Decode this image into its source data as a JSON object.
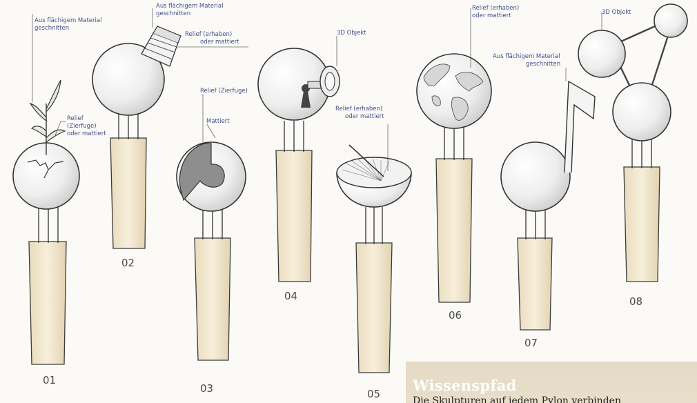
{
  "annotations": {
    "s01_material": [
      "Aus flächigem Material",
      "geschnitten"
    ],
    "s01_relief": [
      "Relief",
      "(Zierfuge)",
      "oder mattiert"
    ],
    "s02_material": [
      "Aus flächigem Material",
      "geschnitten"
    ],
    "s02_relief": [
      "Relief (erhaben)",
      "oder mattiert"
    ],
    "s03_relief": "Relief (Zierfuge)",
    "s03_matt": "Mattiert",
    "s04_3d": "3D Objekt",
    "s05_relief": [
      "Relief (erhaben)",
      "oder mattiert"
    ],
    "s06_relief": [
      "Relief (erhaben)",
      "oder mattiert"
    ],
    "s07_material": [
      "Aus flächigem Material",
      "geschnitten"
    ],
    "s08_3d": "3D Objekt"
  },
  "numbers": [
    "01",
    "02",
    "03",
    "04",
    "05",
    "06",
    "07",
    "08"
  ],
  "info_box": {
    "title": "Wissenspfad",
    "text": "Die Skulpturen auf jedem Pylon verbinden"
  },
  "colors": {
    "annotation": "#3f4d8a",
    "pole": "#efe3c8",
    "box_bg": "#e6dcc6"
  }
}
